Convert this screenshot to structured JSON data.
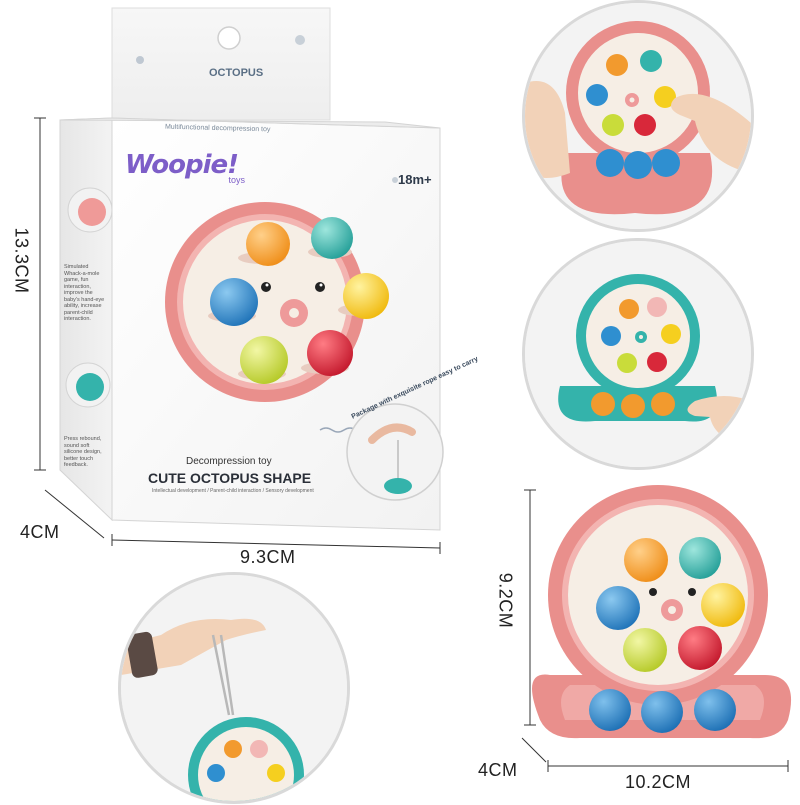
{
  "box": {
    "header": "OCTOPUS",
    "top_small_text": "Multifunctional decompression toy",
    "brand": "Woopie!",
    "brand_sub": "toys",
    "age": "18m+",
    "subtitle": "Decompression toy",
    "title": "CUTE OCTOPUS SHAPE",
    "tagline": "Intellectual development / Parent-child interaction / Sensory development",
    "side_text_1": "Simulated Whack-a-mole game, fun interaction, improve the baby's hand-eye ability, increase parent-child interaction.",
    "side_text_2": "Press rebound, sound soft silicone design, better touch feedback.",
    "rope_caption": "Package with exquisite rope easy to carry"
  },
  "dimensions": {
    "box_height": "13.3CM",
    "box_depth": "4CM",
    "box_width": "9.3CM",
    "toy_height": "9.2CM",
    "toy_depth": "4CM",
    "toy_width": "10.2CM"
  },
  "colors": {
    "pink": "#e98f8c",
    "teal": "#34b3ab",
    "orange": "#f29a2e",
    "blue": "#2f8fd0",
    "yellow": "#f5cf1f",
    "lime": "#c9dc3a",
    "red": "#d8283a",
    "peach": "#f2b7b5",
    "cream": "#f3ede3"
  }
}
